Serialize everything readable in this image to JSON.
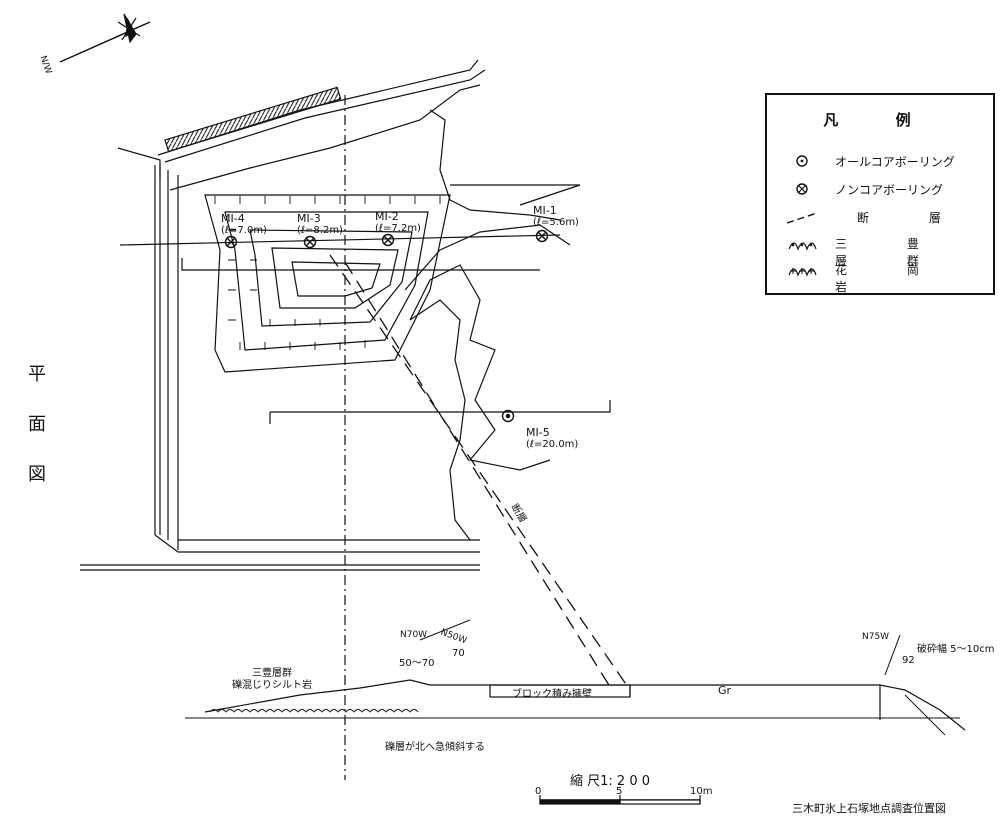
{
  "north_label": "N/W",
  "side_title": [
    "平",
    "面",
    "図"
  ],
  "legend": {
    "title": "凡 例",
    "items": [
      {
        "icon": "circle-dot-icon",
        "label": "オールコアボーリング"
      },
      {
        "icon": "circle-x-icon",
        "label": "ノンコアボーリング"
      },
      {
        "icon": "dashed-line-icon",
        "label": "断 層"
      },
      {
        "icon": "sanbo-group-icon",
        "label": "三 豊 層 群"
      },
      {
        "icon": "granite-icon",
        "label": "花 崗 岩"
      }
    ]
  },
  "boreholes": [
    {
      "id": "MI-4",
      "depth": "(ℓ=7.0m)"
    },
    {
      "id": "MI-3",
      "depth": "(ℓ=8.2m)"
    },
    {
      "id": "MI-2",
      "depth": "(ℓ=7.2m)"
    },
    {
      "id": "MI-1",
      "depth": "(ℓ=5.6m)"
    },
    {
      "id": "MI-5",
      "depth": "(ℓ=20.0m)"
    }
  ],
  "fault_label": "断層",
  "section": {
    "strike1": "N70W",
    "strike2": "N50W",
    "dip_range": "50～70",
    "dip_70": "70",
    "strike3": "N75W",
    "dip_92": "92",
    "fracture_width": "破砕幅 5～10cm",
    "formation_label_1": "三豊層群",
    "formation_label_2": "礫混じりシルト岩",
    "block_wall": "ブロック積み擁壁",
    "granite_mark": "Gr",
    "gravel_note": "礫層が北へ急傾斜する"
  },
  "scale": {
    "title": "縮 尺1: 2 0 0",
    "ticks": [
      "0",
      "5",
      "10m"
    ]
  },
  "figure_caption": "三木町氷上石塚地点調査位置図"
}
